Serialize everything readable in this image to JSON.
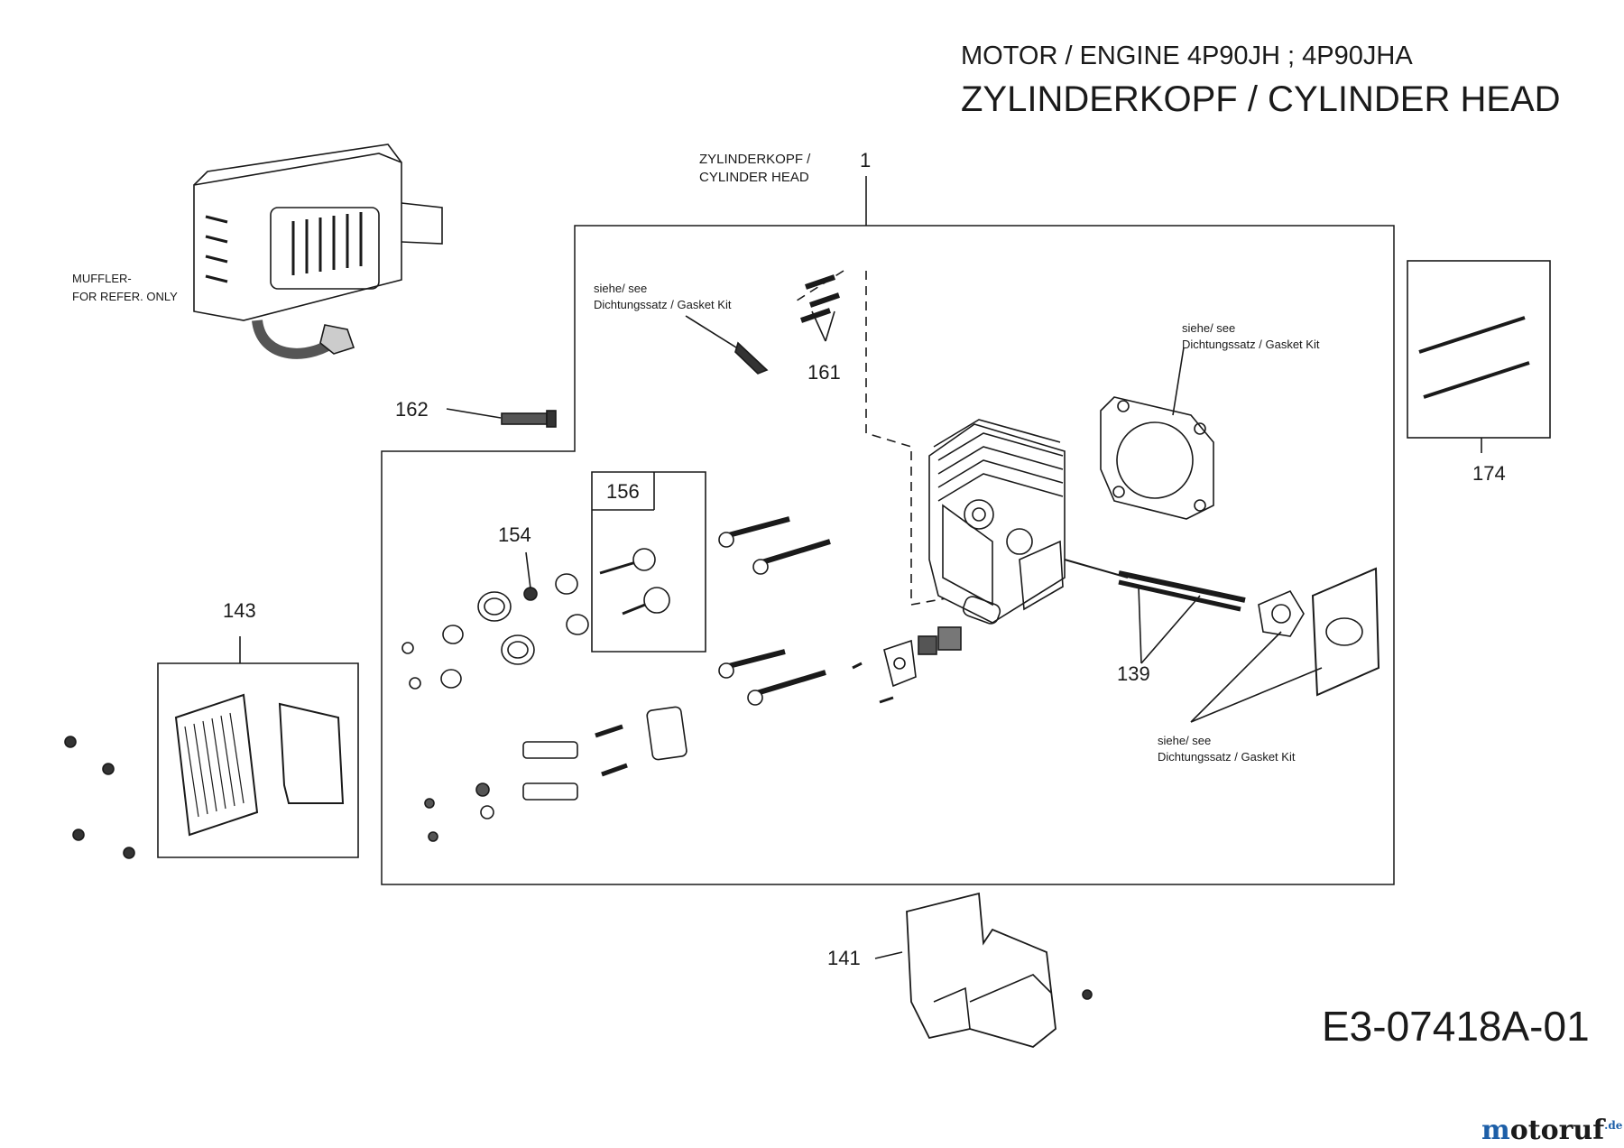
{
  "header": {
    "line1": "MOTOR / ENGINE  4P90JH ; 4P90JHA",
    "line2": "ZYLINDERKOPF /  CYLINDER HEAD"
  },
  "callouts": {
    "c1_text_de": "ZYLINDERKOPF /",
    "c1_text_en": "CYLINDER HEAD",
    "c1": "1",
    "c161": "161",
    "c162": "162",
    "c156": "156",
    "c154": "154",
    "c143": "143",
    "c139": "139",
    "c141": "141",
    "c174": "174"
  },
  "notes": {
    "muffler_line1": "MUFFLER-",
    "muffler_line2": "FOR REFER. ONLY",
    "gasket_a_line1": "siehe/ see",
    "gasket_a_line2": "Dichtungssatz / Gasket Kit",
    "gasket_b_line1": "siehe/ see",
    "gasket_b_line2": "Dichtungssatz / Gasket Kit",
    "gasket_c_line1": "siehe/ see",
    "gasket_c_line2": "Dichtungssatz / Gasket Kit"
  },
  "drawing_code": "E3-07418A-01",
  "watermark": {
    "brand_m": "m",
    "brand_rest": "otoruf",
    "tld": ".de"
  },
  "icons": [
    "muffler-icon",
    "spark-plug-icon",
    "cylinder-head-icon",
    "valve-cover-icon",
    "valve-icon",
    "bolt-icon",
    "gasket-icon",
    "push-rod-icon",
    "deflector-icon"
  ]
}
